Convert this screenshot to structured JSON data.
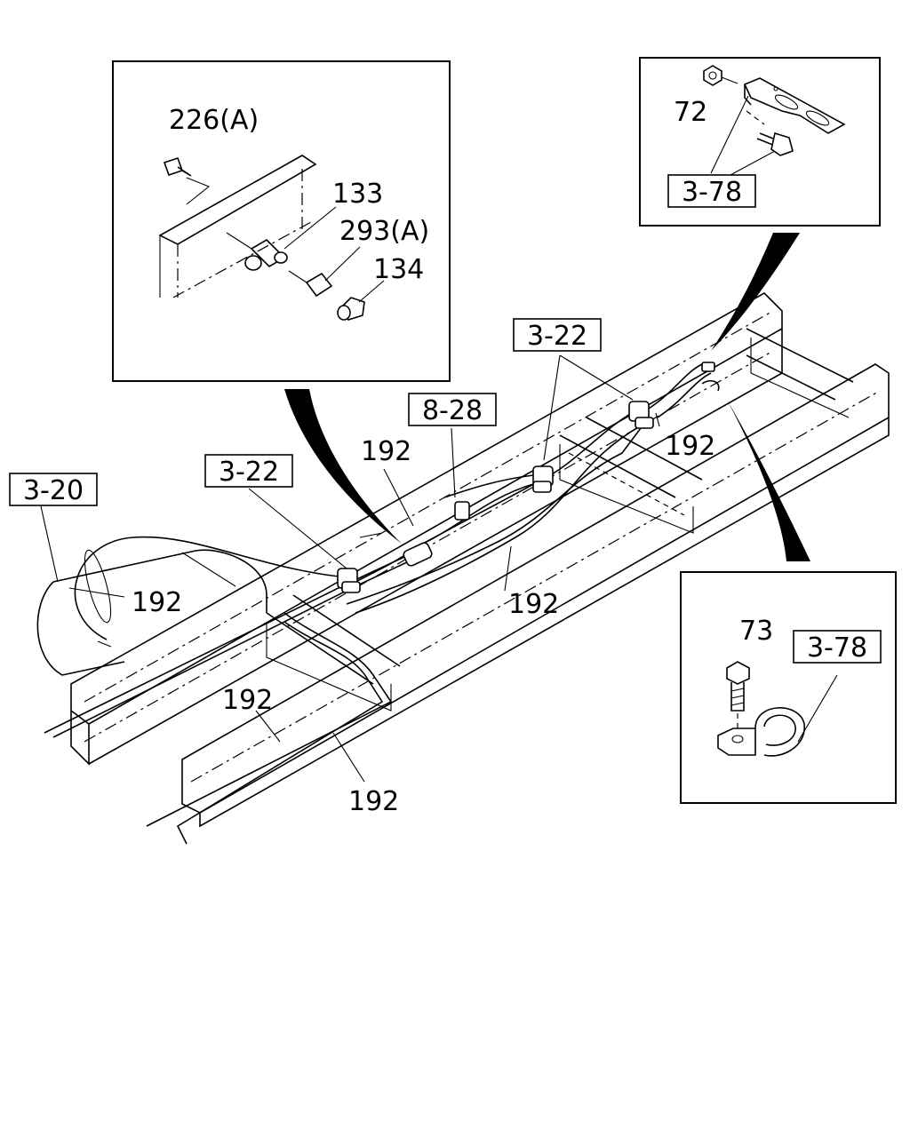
{
  "callouts": {
    "ref_3_20": "3-20",
    "ref_3_22_left": "3-22",
    "ref_3_22_right": "3-22",
    "ref_8_28": "8-28",
    "ref_3_78_top": "3-78",
    "ref_3_78_bottom": "3-78"
  },
  "parts": {
    "p226": "226(A)",
    "p133": "133",
    "p293": "293(A)",
    "p134": "134",
    "p72": "72",
    "p73": "73",
    "pipe_a": "192",
    "pipe_b": "192",
    "pipe_c": "192",
    "pipe_d": "192",
    "pipe_e": "192",
    "pipe_f": "192"
  }
}
